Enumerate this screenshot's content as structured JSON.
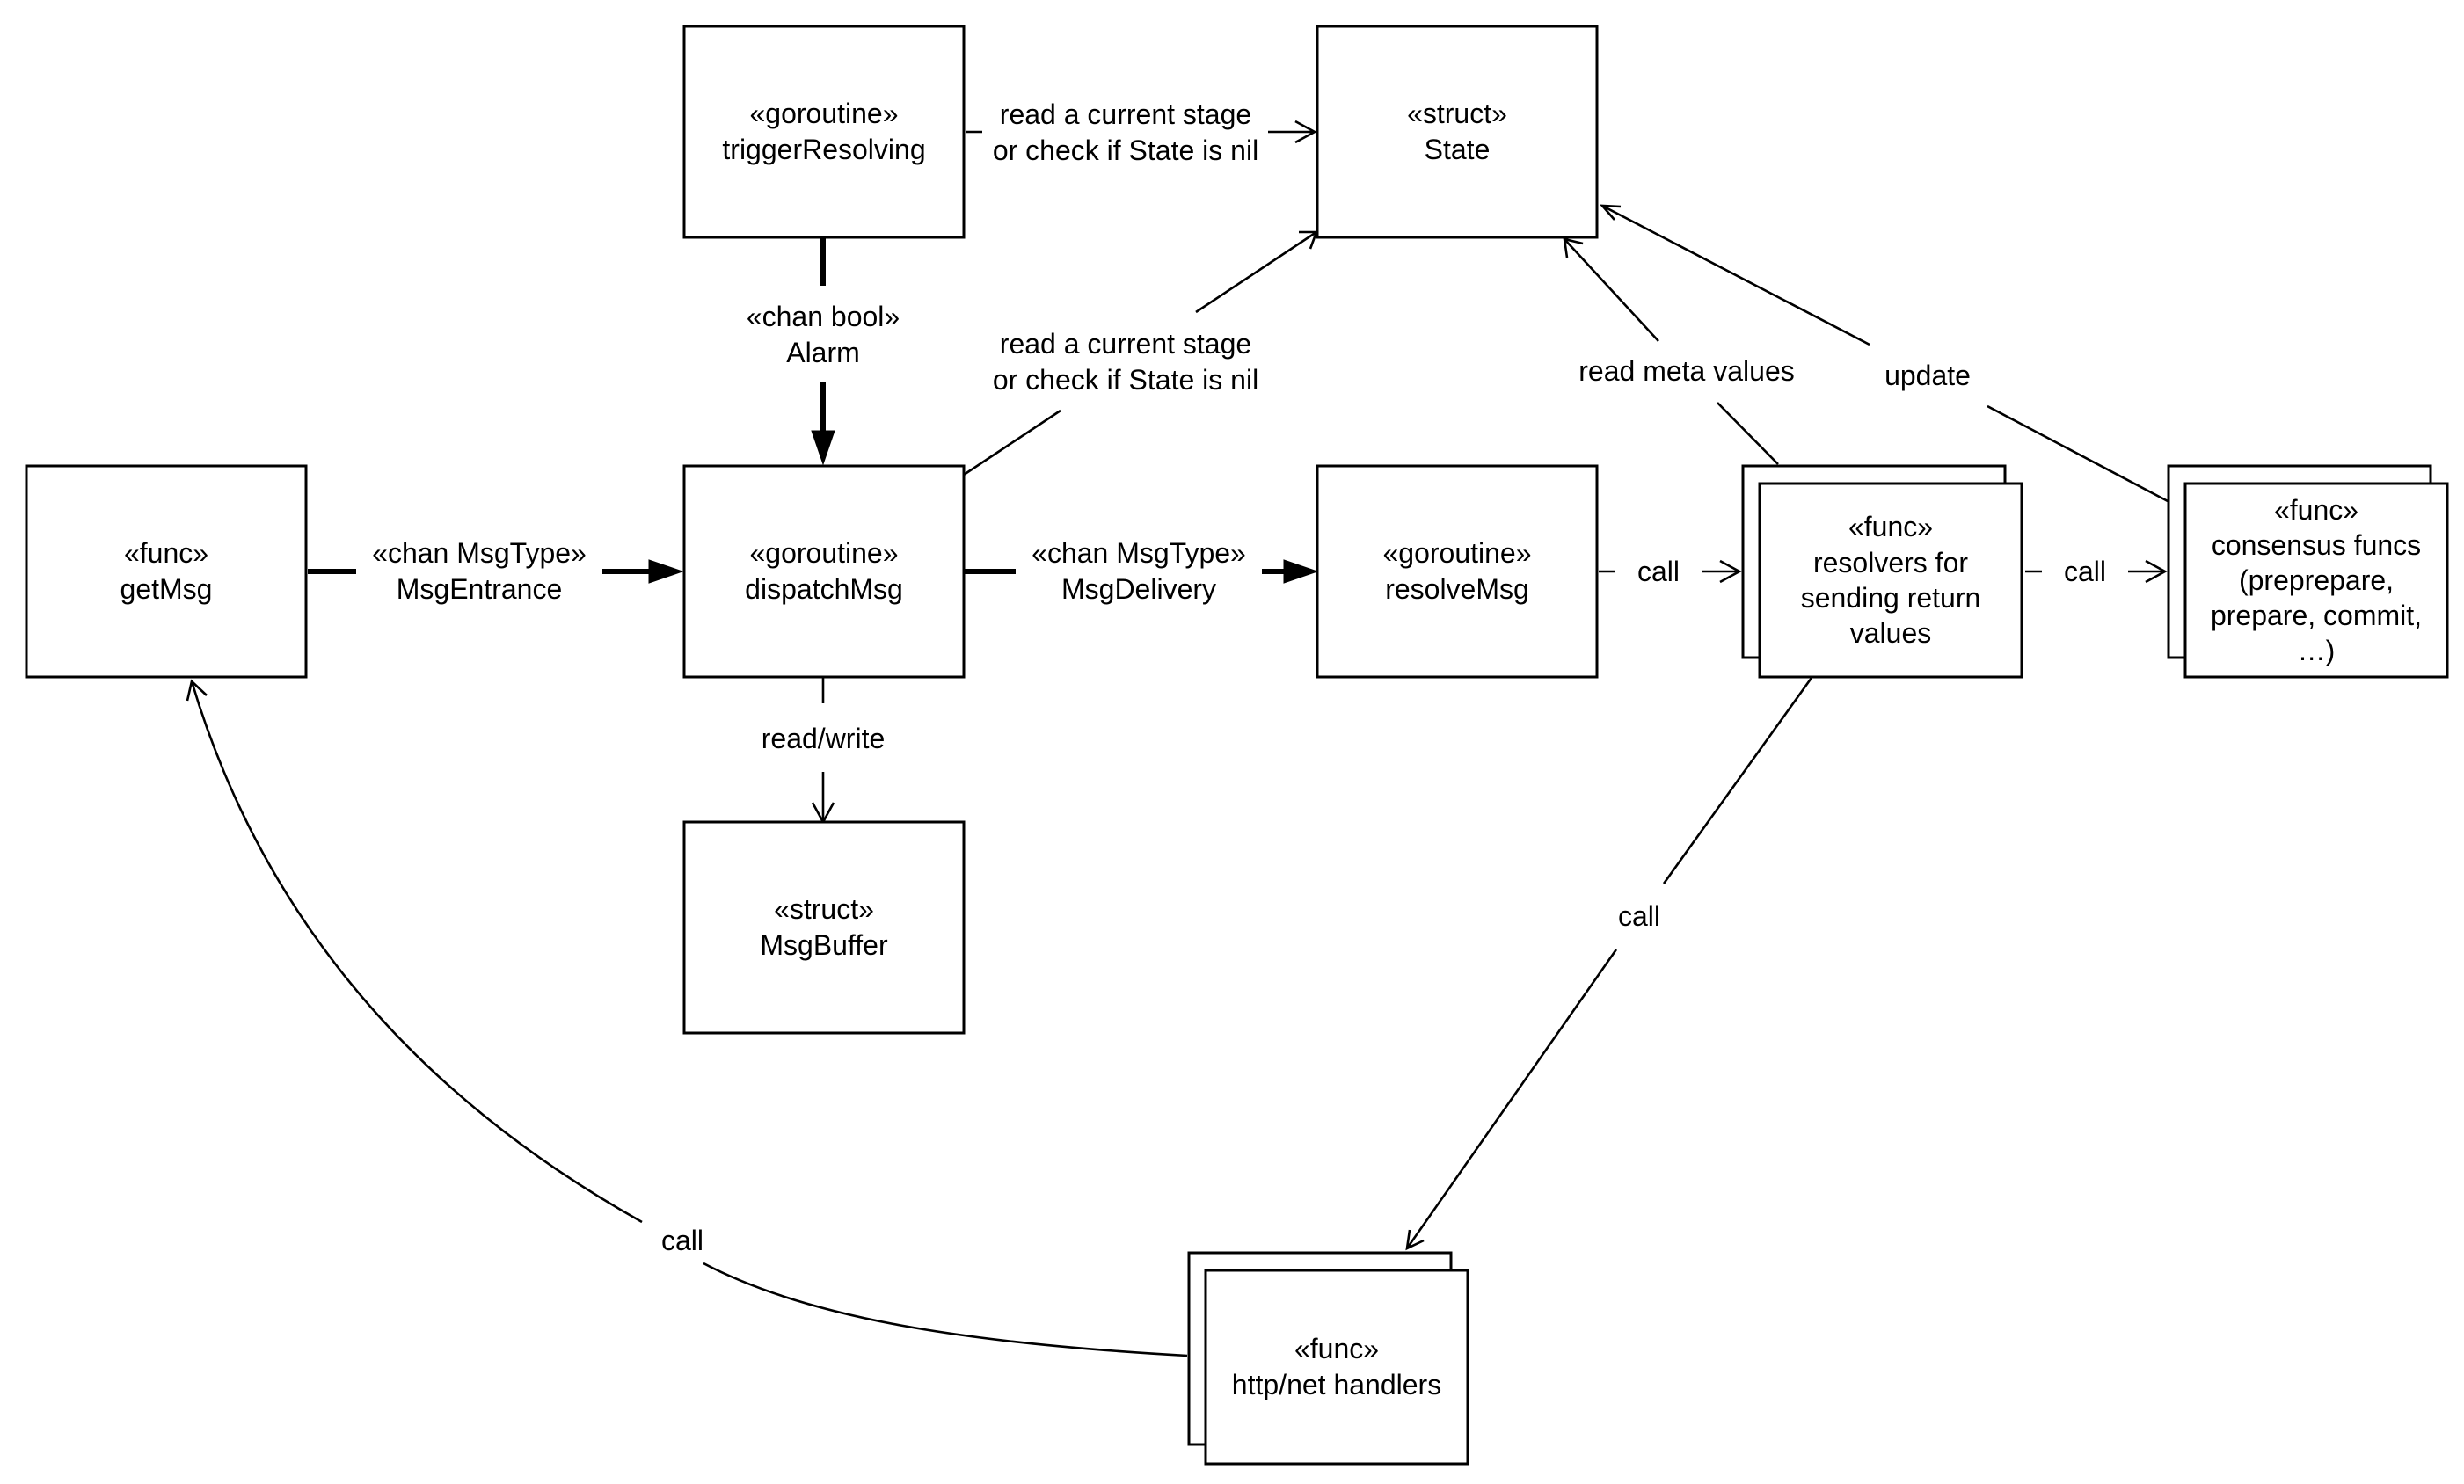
{
  "nodes": {
    "trigger_resolving": {
      "stereotype": "«goroutine»",
      "name": "triggerResolving"
    },
    "state": {
      "stereotype": "«struct»",
      "name": "State"
    },
    "get_msg": {
      "stereotype": "«func»",
      "name": "getMsg"
    },
    "dispatch_msg": {
      "stereotype": "«goroutine»",
      "name": "dispatchMsg"
    },
    "resolve_msg": {
      "stereotype": "«goroutine»",
      "name": "resolveMsg"
    },
    "resolvers": {
      "stereotype": "«func»",
      "lines": [
        "resolvers for",
        "sending return",
        "values"
      ]
    },
    "consensus_funcs": {
      "stereotype": "«func»",
      "lines": [
        "consensus funcs",
        "(preprepare,",
        "prepare, commit,",
        "…)"
      ]
    },
    "msg_buffer": {
      "stereotype": "«struct»",
      "name": "MsgBuffer"
    },
    "http_handlers": {
      "stereotype": "«func»",
      "name": "http/net handlers"
    }
  },
  "edges": {
    "trigger_to_state": [
      "read a current stage",
      "or check if State is nil"
    ],
    "alarm": [
      "«chan bool»",
      "Alarm"
    ],
    "dispatch_to_state": [
      "read a current stage",
      "or check if State is nil"
    ],
    "read_meta": "read meta values",
    "update": "update",
    "msg_entrance": [
      "«chan MsgType»",
      "MsgEntrance"
    ],
    "msg_delivery": [
      "«chan MsgType»",
      "MsgDelivery"
    ],
    "resolve_call": "call",
    "resolvers_call": "call",
    "read_write": "read/write",
    "resolvers_to_http_call": "call",
    "http_to_getmsg_call": "call"
  }
}
